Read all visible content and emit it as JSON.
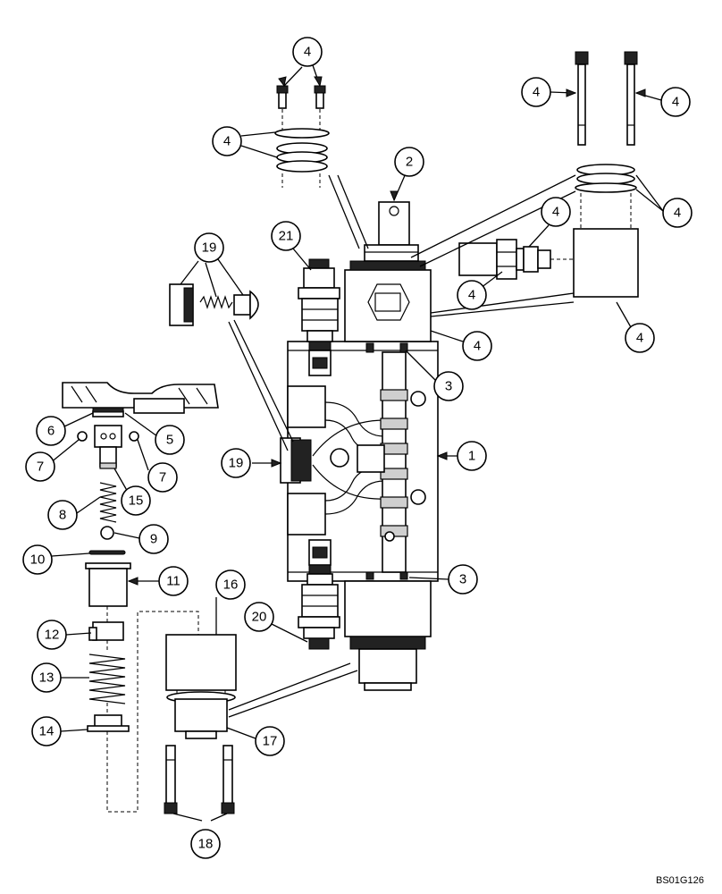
{
  "diagram": {
    "drawing_code": "BS01G126",
    "callouts": [
      {
        "id": "c4-top",
        "label": "4"
      },
      {
        "id": "c4-left",
        "label": "4"
      },
      {
        "id": "c2",
        "label": "2"
      },
      {
        "id": "c4-bolt-left",
        "label": "4"
      },
      {
        "id": "c4-bolt-right",
        "label": "4"
      },
      {
        "id": "c4-seal-right",
        "label": "4"
      },
      {
        "id": "c4-fitting-top",
        "label": "4"
      },
      {
        "id": "c4-fitting-bottom",
        "label": "4"
      },
      {
        "id": "c4-solenoid",
        "label": "4"
      },
      {
        "id": "c4-body",
        "label": "4"
      },
      {
        "id": "c19-top",
        "label": "19"
      },
      {
        "id": "c21",
        "label": "21"
      },
      {
        "id": "c3-top",
        "label": "3"
      },
      {
        "id": "c6",
        "label": "6"
      },
      {
        "id": "c5",
        "label": "5"
      },
      {
        "id": "c7-left",
        "label": "7"
      },
      {
        "id": "c7-right",
        "label": "7"
      },
      {
        "id": "c15",
        "label": "15"
      },
      {
        "id": "c19-side",
        "label": "19"
      },
      {
        "id": "c1",
        "label": "1"
      },
      {
        "id": "c8",
        "label": "8"
      },
      {
        "id": "c9",
        "label": "9"
      },
      {
        "id": "c10",
        "label": "10"
      },
      {
        "id": "c11",
        "label": "11"
      },
      {
        "id": "c3-bottom",
        "label": "3"
      },
      {
        "id": "c16",
        "label": "16"
      },
      {
        "id": "c12",
        "label": "12"
      },
      {
        "id": "c20",
        "label": "20"
      },
      {
        "id": "c13",
        "label": "13"
      },
      {
        "id": "c14",
        "label": "14"
      },
      {
        "id": "c17",
        "label": "17"
      },
      {
        "id": "c18",
        "label": "18"
      }
    ]
  }
}
